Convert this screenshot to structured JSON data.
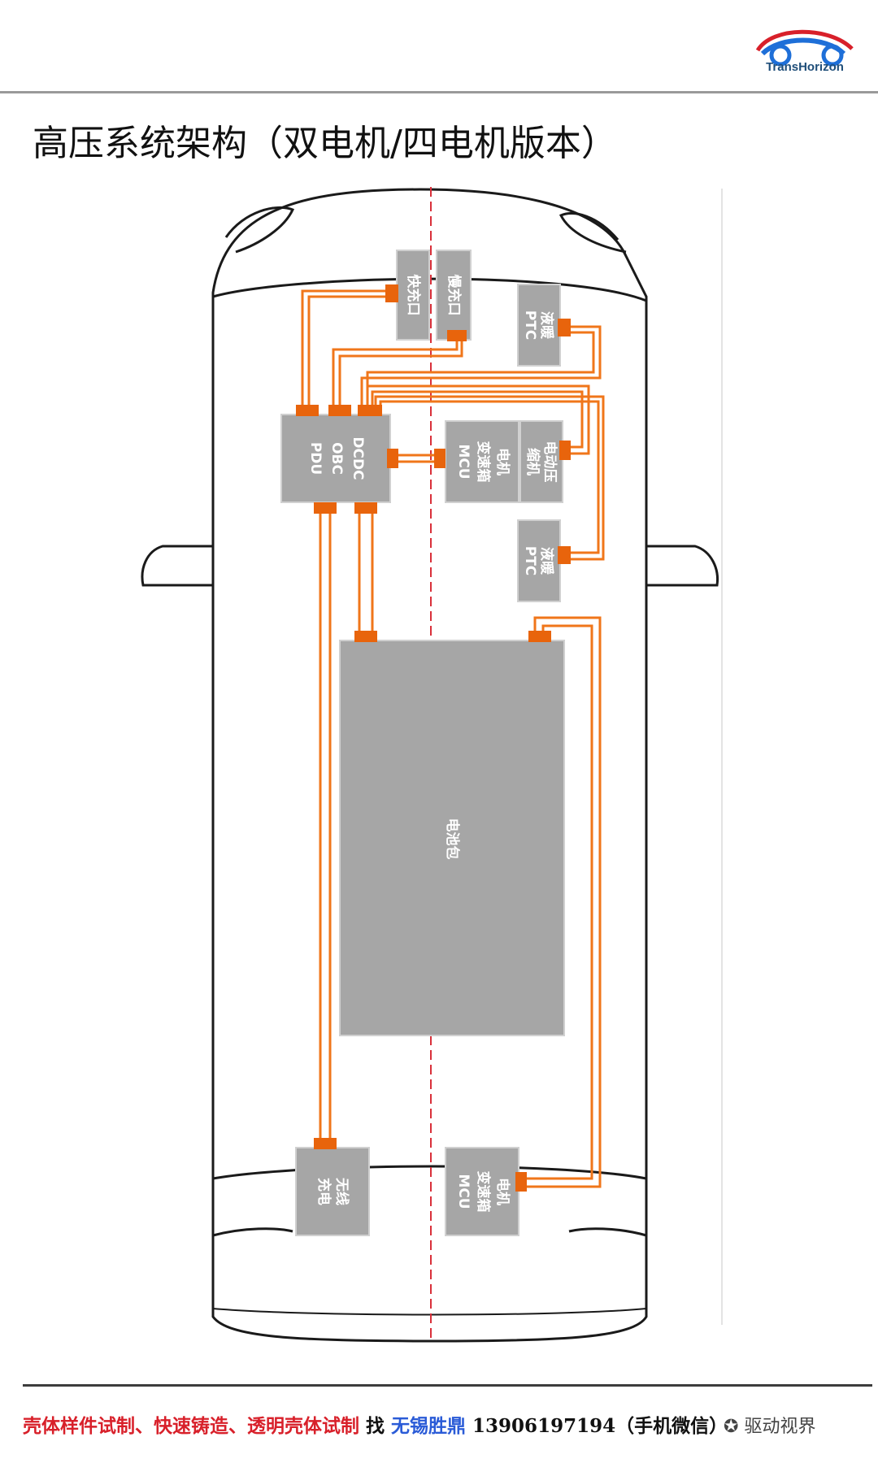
{
  "brand": {
    "logo_text": "TransHorizon"
  },
  "title": "高压系统架构（双电机/四电机版本）",
  "components": {
    "fast_charge_port": "快充口",
    "slow_charge_port": "慢充口",
    "ptc_front": [
      "液暖",
      "PTC"
    ],
    "dcdc_obc_pdu": [
      "DCDC",
      "OBC",
      "PDU"
    ],
    "front_motor": [
      "电机",
      "变速箱",
      "MCU"
    ],
    "e_compressor": [
      "电动压",
      "缩机"
    ],
    "ptc_mid": [
      "液暖",
      "PTC"
    ],
    "battery_pack": "电池包",
    "wireless_charging": [
      "无线",
      "充电"
    ],
    "rear_motor": [
      "电机",
      "变速箱",
      "MCU"
    ]
  },
  "colors": {
    "cable": "#f0761a",
    "connector": "#e8640c",
    "box": "#a6a6a6",
    "centerline": "#d9303a"
  },
  "footer": {
    "part1": "壳体样件试制、快速铸造、透明壳体试制",
    "part2": "找",
    "part3": "无锡胜鼎",
    "part4": "13906197194（手机微信）"
  },
  "watermark": "驱动视界"
}
